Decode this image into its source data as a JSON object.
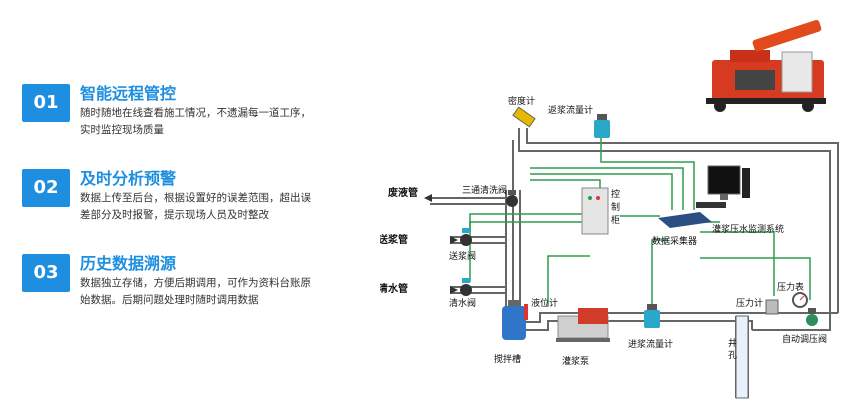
{
  "colors": {
    "accent": "#1e8fe0",
    "pipe": "#666666",
    "signal": "#2e9b4c"
  },
  "features": [
    {
      "number": "01",
      "title": "智能远程管控",
      "lines": [
        "随时随地在线查看施工情况，不遗漏每一道工序，",
        "实时监控现场质量"
      ]
    },
    {
      "number": "02",
      "title": "及时分析预警",
      "lines": [
        "数据上传至后台，根据设置好的误差范围，超出误",
        "差部分及时报警，提示现场人员及时整改"
      ]
    },
    {
      "number": "03",
      "title": "历史数据溯源",
      "lines": [
        "数据独立存储，方便后期调用，可作为资料台账原",
        "始数据。后期问题处理时随时调用数据"
      ]
    }
  ],
  "diagram": {
    "density_meter": "密度计",
    "return_flowmeter": "返浆流量计",
    "waste_pipe": "废液管",
    "three_way_valve": "三通清洗阀",
    "control_cabinet": "控制柜",
    "data_collector": "数据采集器",
    "monitor_system": "灌浆压水监测系统",
    "slurry_pipe": "送浆管",
    "slurry_valve": "送浆阀",
    "water_pipe": "清水管",
    "water_valve": "清水阀",
    "level_meter": "液位计",
    "mixing_tank": "搅拌槽",
    "grout_pump": "灌浆泵",
    "inlet_flowmeter": "进浆流量计",
    "pressure_meter": "压力计",
    "pressure_gauge": "压力表",
    "auto_valve": "自动调压阀",
    "borehole": "井孔"
  }
}
